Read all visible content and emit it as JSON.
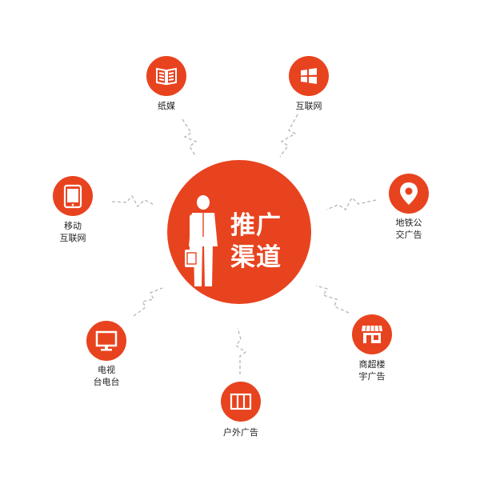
{
  "center": {
    "title_line1": "推广",
    "title_line2": "渠道",
    "icon": "businessman-icon",
    "color": "#e8431f"
  },
  "connector_color": "#b5b5b5",
  "nodes": [
    {
      "id": "print",
      "icon": "newspaper-icon",
      "lines": [
        "纸媒"
      ]
    },
    {
      "id": "internet",
      "icon": "windows-logo-icon",
      "lines": [
        "互联网"
      ]
    },
    {
      "id": "metro",
      "icon": "map-pin-icon",
      "lines": [
        "地铁公",
        "交广告"
      ]
    },
    {
      "id": "building",
      "icon": "storefront-icon",
      "lines": [
        "商超楼",
        "宇广告"
      ]
    },
    {
      "id": "outdoor",
      "icon": "billboard-icon",
      "lines": [
        "户外广告"
      ]
    },
    {
      "id": "tv",
      "icon": "monitor-icon",
      "lines": [
        "电视",
        "台电台"
      ]
    },
    {
      "id": "mobile",
      "icon": "tablet-icon",
      "lines": [
        "移动",
        "互联网"
      ]
    }
  ]
}
